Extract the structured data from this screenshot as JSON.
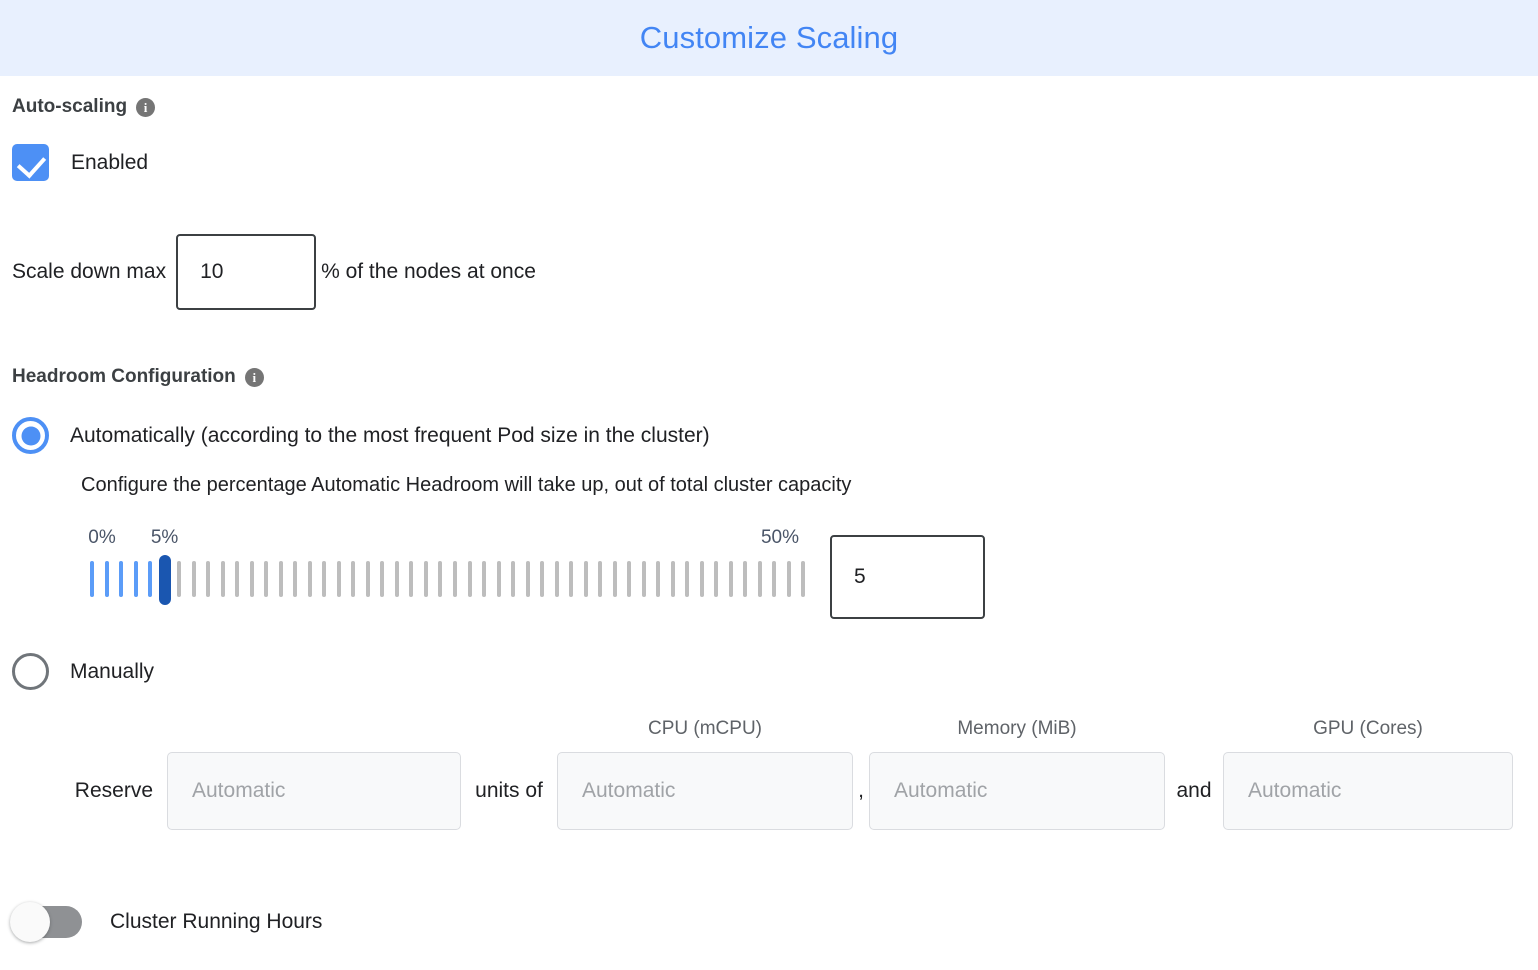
{
  "header": {
    "title": "Customize Scaling",
    "bg_color": "#e8f0fe",
    "title_color": "#4285f4"
  },
  "autoscaling": {
    "section_label": "Auto-scaling",
    "info_glyph": "i",
    "enabled_label": "Enabled",
    "enabled_checked": true,
    "accent_color": "#4d90f5"
  },
  "scale_down": {
    "prefix_label": "Scale down max",
    "value": "10",
    "suffix_label": "% of the nodes at once"
  },
  "headroom": {
    "section_label": "Headroom Configuration",
    "info_glyph": "i",
    "automatic": {
      "label": "Automatically (according to the most frequent Pod size in the cluster)",
      "description": "Configure the percentage Automatic Headroom will take up, out of total cluster capacity",
      "selected": true
    },
    "manual": {
      "label": "Manually",
      "selected": false
    }
  },
  "slider": {
    "min_label": "0%",
    "max_label": "50%",
    "current_label": "5%",
    "min": 0,
    "max": 50,
    "value": 5,
    "value_text": "5",
    "tick_count": 50,
    "active_color": "#5b9cf8",
    "inactive_color": "#bdbdbd",
    "thumb_color": "#1a56b0"
  },
  "reserve": {
    "label": "Reserve",
    "columns": [
      {
        "header": "",
        "placeholder": "Automatic",
        "value": ""
      },
      {
        "header": "CPU (mCPU)",
        "placeholder": "Automatic",
        "value": ""
      },
      {
        "header": "Memory (MiB)",
        "placeholder": "Automatic",
        "value": ""
      },
      {
        "header": "GPU (Cores)",
        "placeholder": "Automatic",
        "value": ""
      }
    ],
    "conj_units": "units of",
    "conj_comma": ",",
    "conj_and": "and"
  },
  "cluster_running_hours": {
    "label": "Cluster Running Hours",
    "enabled": false
  }
}
